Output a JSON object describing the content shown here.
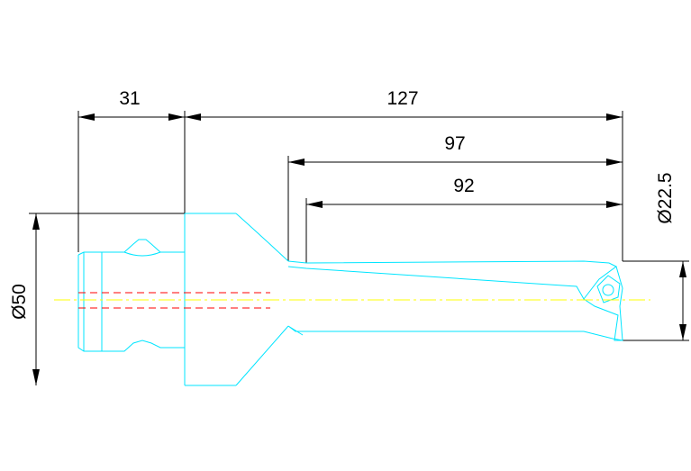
{
  "drawing": {
    "dimensions": {
      "shank_length": "31",
      "overall_length": "127",
      "flute_length_97": "97",
      "flute_length_92": "92",
      "shank_diameter": "Ø50",
      "drill_diameter": "Ø22.5"
    },
    "colors": {
      "outline": "#00e5ff",
      "dimension": "#000000",
      "centerline": "#ffff00",
      "coolant_hole": "#ff0000",
      "background": "#ffffff"
    }
  }
}
